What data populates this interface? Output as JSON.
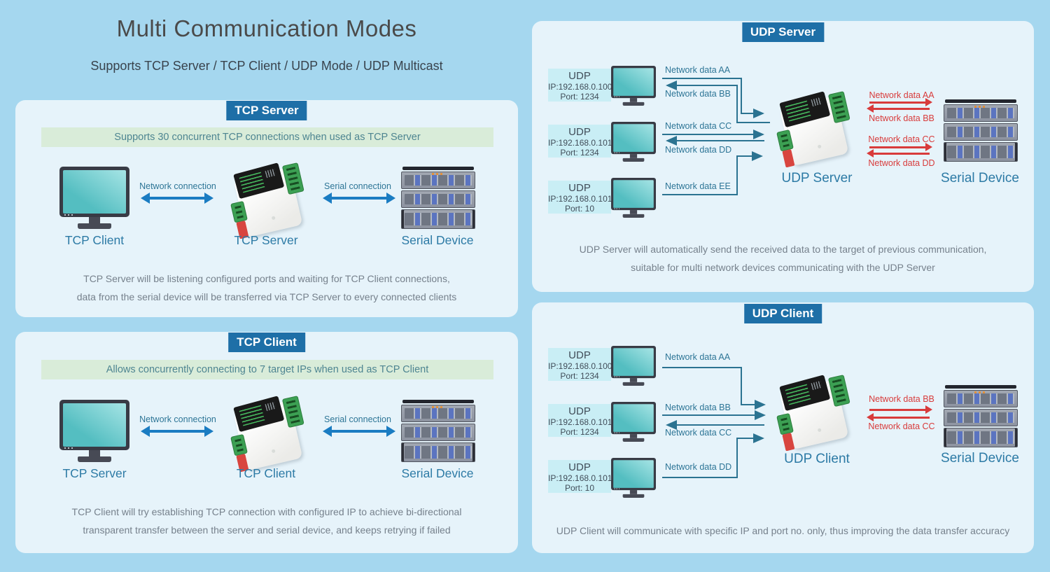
{
  "page": {
    "title": "Multi Communication Modes",
    "subtitle": "Supports TCP Server / TCP Client / UDP Mode / UDP Multicast"
  },
  "colors": {
    "page_bg": "#a5d7ef",
    "panel_bg": "#e6f3fa",
    "header_bg": "#1e6fa7",
    "banner_bg": "#d9ecd9",
    "label_teal": "#2c7aa5",
    "wire_teal": "#2b7391",
    "arrow_blue": "#1a7cc2",
    "data_red": "#d83b3b",
    "udp_card_bg": "#c9eef5"
  },
  "tcp_server": {
    "header": "TCP Server",
    "banner": "Supports 30 concurrent TCP connections when used as TCP Server",
    "network_arrow_label": "Network connection",
    "serial_arrow_label": "Serial connection",
    "left_device": "TCP Client",
    "center_device": "TCP Server",
    "right_device": "Serial Device",
    "description_line1": "TCP Server will be listening configured ports and waiting for TCP Client connections,",
    "description_line2": "data from the serial device will be transferred via TCP Server to every connected clients"
  },
  "tcp_client": {
    "header": "TCP Client",
    "banner": "Allows concurrently connecting to 7 target IPs when used as TCP Client",
    "network_arrow_label": "Network connection",
    "serial_arrow_label": "Serial connection",
    "left_device": "TCP Server",
    "center_device": "TCP Client",
    "right_device": "Serial Device",
    "description_line1": "TCP Client will try establishing TCP connection with configured IP to achieve bi-directional",
    "description_line2": "transparent transfer between the server and serial device, and keeps retrying if failed"
  },
  "udp_server": {
    "header": "UDP Server",
    "hosts": [
      {
        "name": "UDP",
        "ip": "IP:192.168.0.100",
        "port": "Port: 1234"
      },
      {
        "name": "UDP",
        "ip": "IP:192.168.0.101",
        "port": "Port: 1234"
      },
      {
        "name": "UDP",
        "ip": "IP:192.168.0.101",
        "port": "Port: 10"
      }
    ],
    "network_labels": [
      "Network data AA",
      "Network data BB",
      "Network data CC",
      "Network data DD",
      "Network data EE"
    ],
    "serial_labels": [
      "Network data AA",
      "Network data BB",
      "Network data CC",
      "Network data DD"
    ],
    "center_device": "UDP Server",
    "right_device": "Serial Device",
    "description_line1": "UDP Server will automatically send the received data to the target of previous communication,",
    "description_line2": "suitable for multi network devices communicating with the UDP Server"
  },
  "udp_client": {
    "header": "UDP Client",
    "hosts": [
      {
        "name": "UDP",
        "ip": "IP:192.168.0.100",
        "port": "Port: 1234"
      },
      {
        "name": "UDP",
        "ip": "IP:192.168.0.101",
        "port": "Port: 1234"
      },
      {
        "name": "UDP",
        "ip": "IP:192.168.0.101",
        "port": "Port: 10"
      }
    ],
    "network_labels": [
      "Network data AA",
      "Network data BB",
      "Network data CC",
      "Network data DD"
    ],
    "serial_labels": [
      "Network data BB",
      "Network data CC"
    ],
    "center_device": "UDP Client",
    "right_device": "Serial Device",
    "description_line1": "UDP Client will communicate with specific IP and port no. only, thus improving the data transfer accuracy"
  }
}
